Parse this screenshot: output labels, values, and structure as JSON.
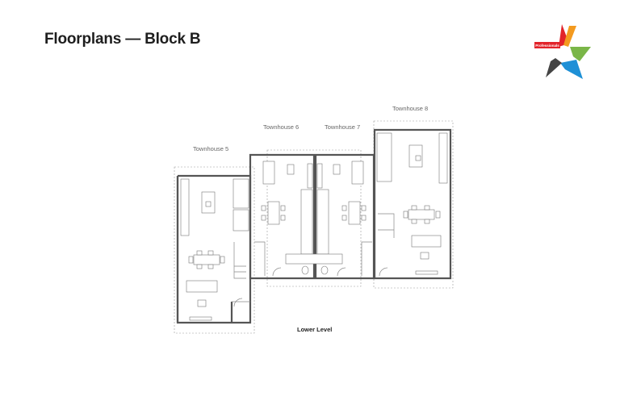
{
  "header": {
    "title": "Floorplans — Block B"
  },
  "logo": {
    "text": "Professionals",
    "colors": [
      "#e2232a",
      "#f39a1f",
      "#7ab648",
      "#1e90d6",
      "#444444"
    ]
  },
  "plan": {
    "units": [
      {
        "label": "Townhouse 5"
      },
      {
        "label": "Townhouse 6"
      },
      {
        "label": "Townhouse 7"
      },
      {
        "label": "Townhouse 8"
      }
    ],
    "level_label": "Lower Level"
  }
}
